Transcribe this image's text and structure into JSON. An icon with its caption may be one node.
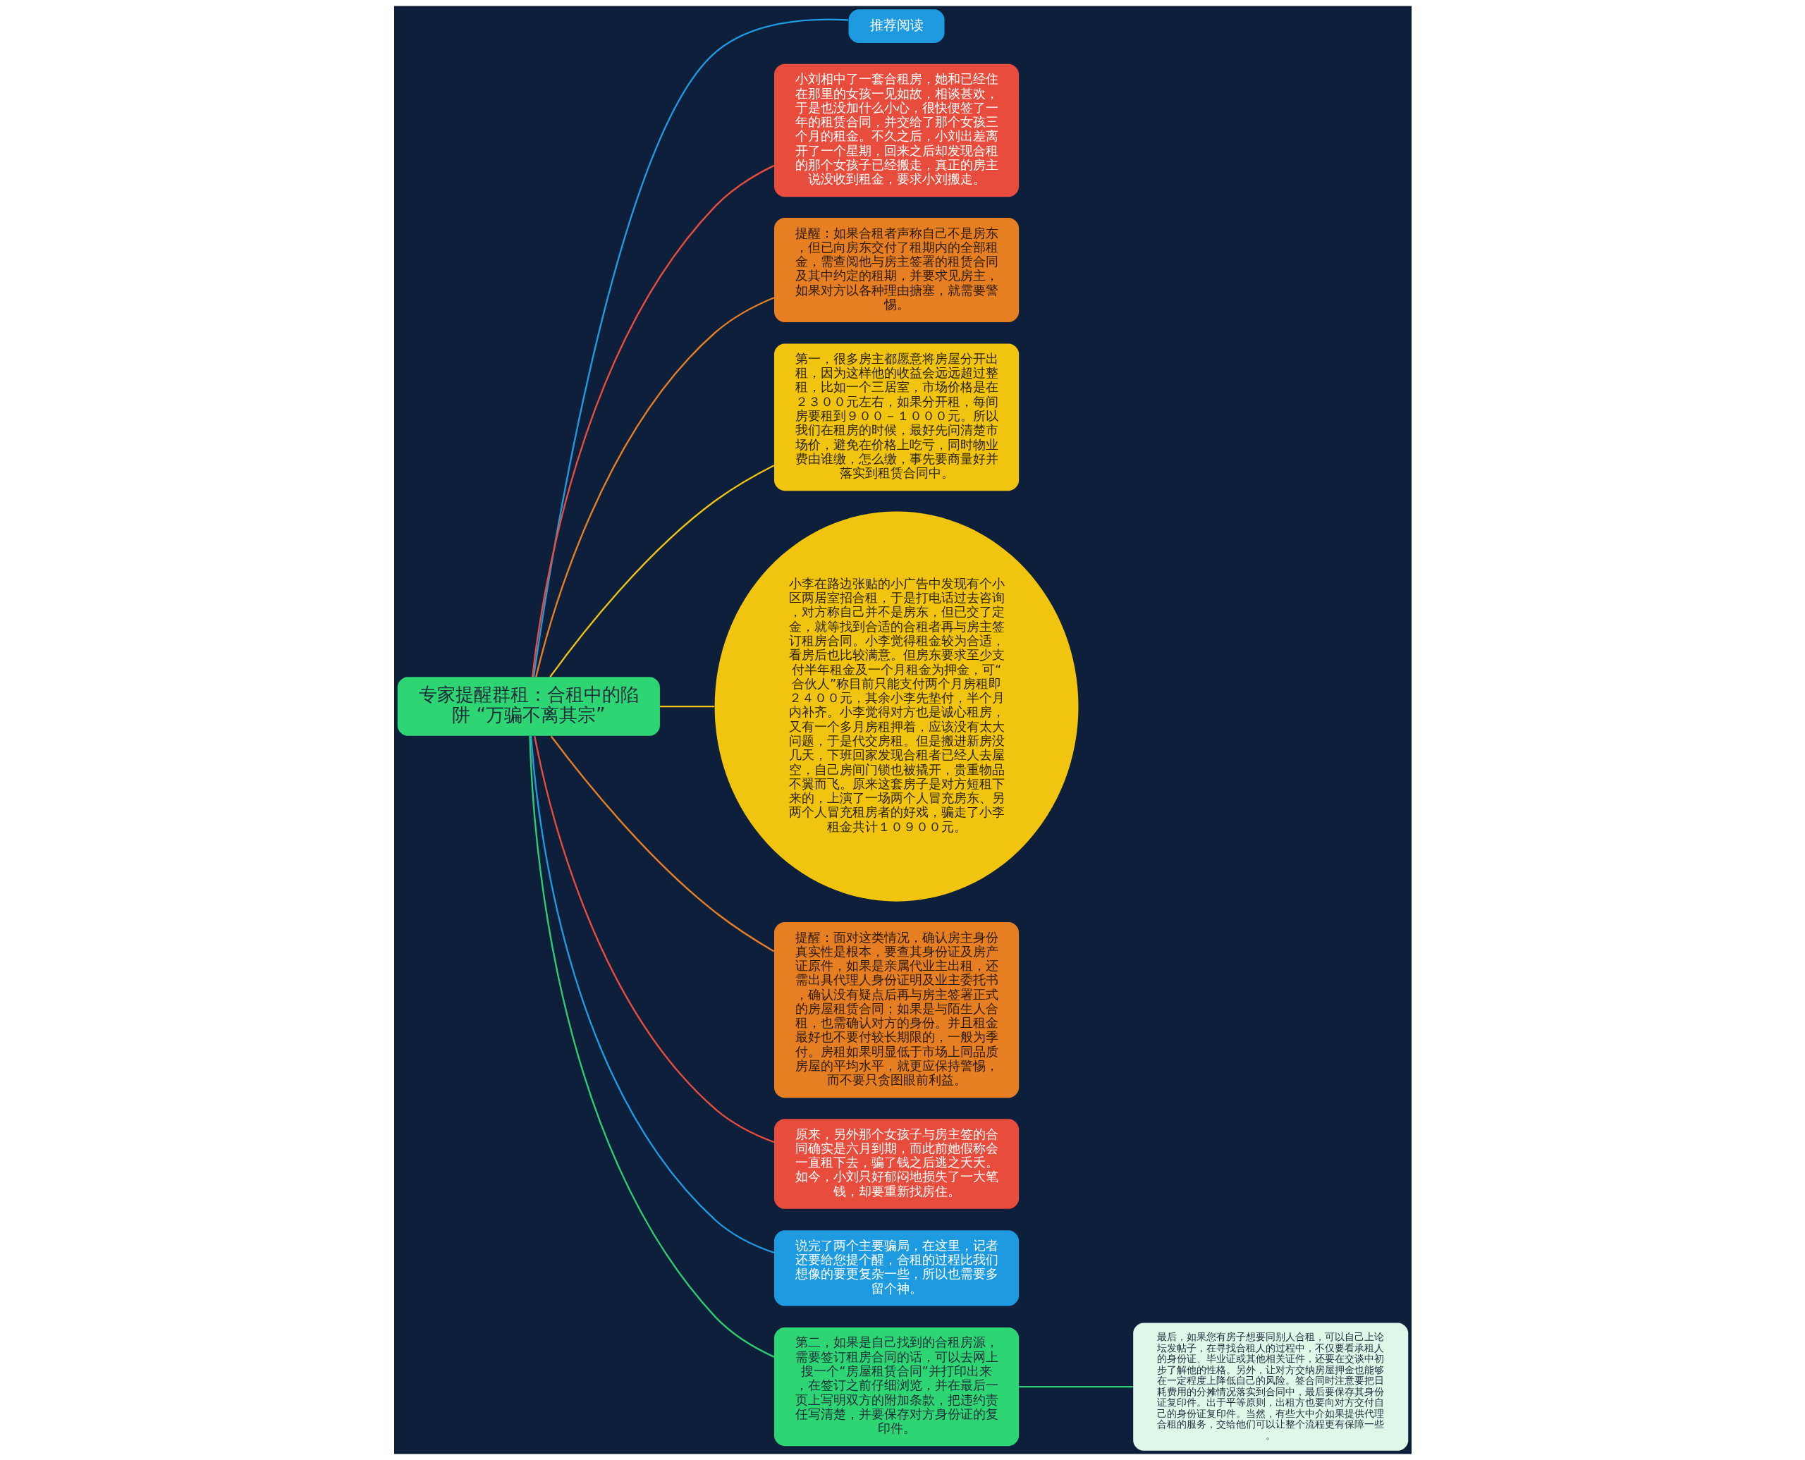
{
  "diagram": {
    "nodes": [
      {
        "text": [
          "专家提醒群租：合租中的陷阱 “万骗不离其宗”"
        ]
      },
      {
        "text": [
          "推荐阅读"
        ]
      },
      {
        "text": [
          "小刘相中了一套合租房，她和已经住在那里的女孩一见如故，相谈甚欢，于是也没加什么小心，很快便签了一年的租赁合同，并交给了那个女孩三个月的租金。不久之后，小刘出差离开了一个星期，回来之后却发现合租的那个女孩子已经搬走，真正的房主说没收到租金，要求小刘搬走。"
        ]
      },
      {
        "text": [
          "提醒：如果合租者声称自己不是房东，但已向房东交付了租期内的全部租金，需查阅他与房主签署的租赁合同及其中约定的租期，并要求见房主，如果对方以各种理由搪塞，就需要警惕。"
        ]
      },
      {
        "text": [
          "第一，很多房主都愿意将房屋分开出租，因为这样他的收益会远远超过整租，比如一个三居室，市场价格是在２３００元左右，如果分开租，每间房要租到９００－１０００元。所以我们在租房的时候，最好先问清楚市场价，避免在价格上吃亏，同时物业费由谁缴，怎么缴，事先要商量好并落实到租赁合同中。"
        ]
      },
      {
        "text": [
          "小李在路边张贴的小广告中发现有个小区两居室招合租，于是打电话过去咨询，对方称自己并不是房东，但已交了定金，就等找到合适的合租者再与房主签订租房合同。小李觉得租金较为合适，看房后也比较满意。但房东要求至少支付半年租金及一个月租金为押金，可“合伙人”称目前只能支付两个月房租即２４００元，其余小李先垫付，半个月内补齐。小李觉得对方也是诚心租房，又有一个多月房租押着，应该没有太大问题，于是代交房租。但是搬进新房没几天，下班回家发现合租者已经人去屋空，自己房间门锁也被撬开，贵重物品不翼而飞。原来这套房子是对方短租下来的，上演了一场两个人冒充房东、另两个人冒充租房者的好戏，骗走了小李租金共计１０９００元。"
        ]
      },
      {
        "text": [
          "提醒：面对这类情况，确认房主身份真实性是根本，要查其身份证及房产证原件，如果是亲属代业主出租，还需出具代理人身份证明及业主委托书，确认没有疑点后再与房主签署正式的房屋租赁合同；如果是与陌生人合租，也需确认对方的身份。并且租金最好也不要付较长期限的，一般为季付。房租如果明显低于市场上同品质房屋的平均水平，就更应保持警惕，而不要只贪图眼前利益。"
        ]
      },
      {
        "text": [
          "原来，另外那个女孩子与房主签的合同确实是六月到期，而此前她假称会一直租下去，骗了钱之后逃之夭夭。如今，小刘只好郁闷地损失了一大笔钱，却要重新找房住。"
        ]
      },
      {
        "text": [
          "说完了两个主要骗局，在这里，记者还要给您提个醒，合租的过程比我们想像的要更复杂一些，所以也需要多留个神。"
        ]
      },
      {
        "text": [
          "第二，如果是自己找到的合租房源，需要签订租房合同的话，可以去网上搜一个“房屋租赁合同”并打印出来，在签订之前仔细浏览，并在最后一页上写明双方的附加条款，把违约责任写清楚，并要保存对方身份证的复印件。"
        ]
      },
      {
        "text": [
          "最后，如果您有房子想要同别人合租，可以自己上论坛发帖子，在寻找合租人的过程中，不仅要看承租人的身份证、毕业证或其他相关证件，还要在交谈中初步了解他的性格。另外，让对方交纳房屋押金也能够在一定程度上降低自己的风险。签合同时注意要把日耗费用的分摊情况落实到合同中，最后要保存其身份证复印件。出于平等原则，出租方也要向对方交付自己的身份证复印件。当然，有些大中介如果提供代理合租的服务，交给他们可以让整个流程更有保障一些。"
        ]
      }
    ],
    "edges": [
      {
        "from": 0,
        "to": 1,
        "arrow": "none",
        "color": "#1e9be0"
      },
      {
        "from": 0,
        "to": 2,
        "arrow": "none",
        "color": "#e84c3d"
      },
      {
        "from": 0,
        "to": 3,
        "arrow": "none",
        "color": "#e67e22"
      },
      {
        "from": 0,
        "to": 4,
        "arrow": "none",
        "color": "#f1c40f"
      },
      {
        "from": 0,
        "to": 5,
        "arrow": "none",
        "color": "#f1c40f"
      },
      {
        "from": 0,
        "to": 6,
        "arrow": "none",
        "color": "#e67e22"
      },
      {
        "from": 0,
        "to": 7,
        "arrow": "none",
        "color": "#e84c3d"
      },
      {
        "from": 0,
        "to": 8,
        "arrow": "none",
        "color": "#1e9be0"
      },
      {
        "from": 0,
        "to": 9,
        "arrow": "none",
        "color": "#2ecc71"
      },
      {
        "from": 9,
        "to": 10,
        "arrow": "none",
        "color": "#2ecc71"
      }
    ]
  }
}
